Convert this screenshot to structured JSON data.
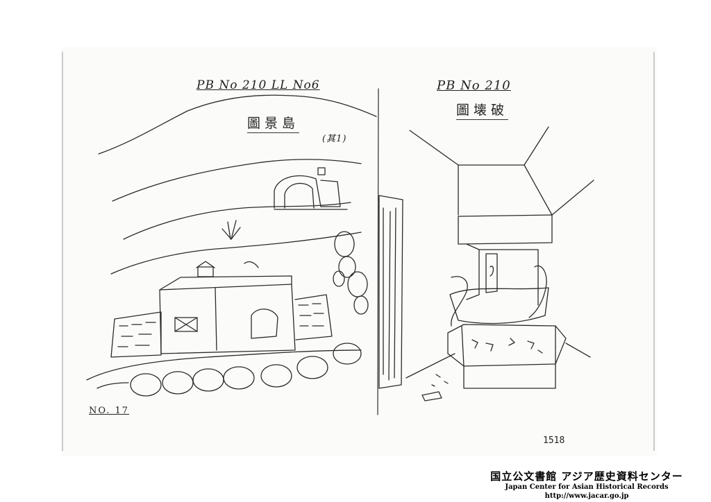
{
  "document": {
    "left_sketch": {
      "label": "PB No 210 LL No6",
      "title": "圖景島",
      "subtitle": "(其1)"
    },
    "right_sketch": {
      "label": "PB No 210",
      "title": "圖壊破"
    },
    "plate_number": "NO. 17",
    "page_number": "1518"
  },
  "footer": {
    "archive_name_jp": "国立公文書館 アジア歴史資料センター",
    "archive_name_en": "Japan Center for Asian Historical Records",
    "url": "http://www.jacar.go.jp"
  }
}
